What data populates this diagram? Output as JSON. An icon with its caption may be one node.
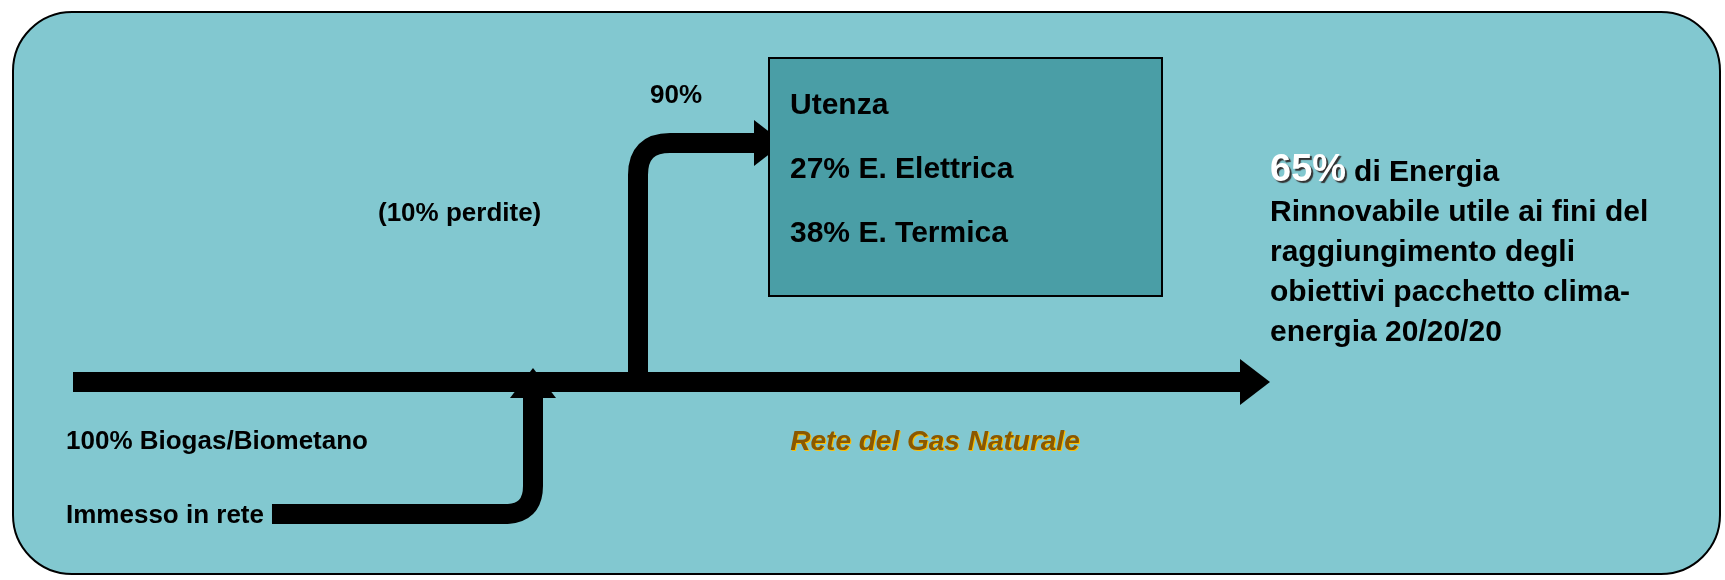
{
  "diagram": {
    "nodes": [
      {
        "text": [
          "100% Biogas/Biometano",
          "Immesso in rete"
        ]
      },
      {
        "text": [
          "Utenza",
          "27% E. Elettrica",
          "38% E. Termica"
        ]
      },
      {
        "text": [
          "65%",
          "di Energia Rinnovabile utile ai fini del raggiungimento degli obiettivi pacchetto clima-energia 20/20/20"
        ]
      }
    ],
    "edges": [
      {
        "from": null,
        "to": 2,
        "arrow": "to",
        "label": "Rete del Gas Naturale"
      },
      {
        "from": 0,
        "to": null,
        "arrow": "to"
      },
      {
        "from": null,
        "to": 1,
        "arrow": "to",
        "label": "90%"
      }
    ],
    "labels": [
      "(10% perdite)"
    ]
  }
}
